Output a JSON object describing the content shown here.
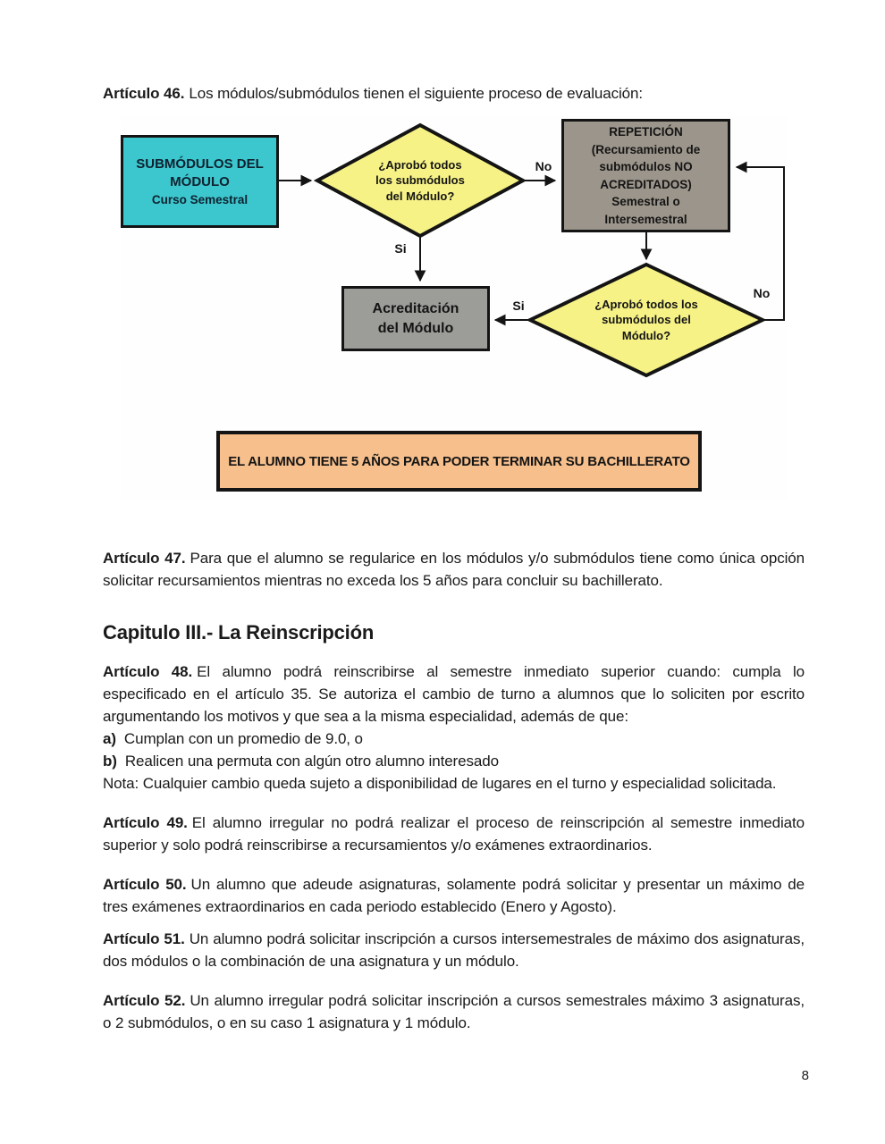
{
  "document": {
    "art46": {
      "lead": "Artículo 46.",
      "text": "Los módulos/submódulos tienen el siguiente proceso de evaluación:"
    },
    "art47": {
      "lead": "Artículo 47.",
      "text": "Para que el alumno se regularice en los módulos y/o submódulos tiene como única opción solicitar recursamientos mientras no exceda los 5 años para concluir su bachillerato."
    },
    "chapter_title": "Capitulo III.- La Reinscripción",
    "art48": {
      "lead": "Artículo 48.",
      "text": "El alumno podrá reinscribirse al semestre inmediato superior cuando: cumpla lo especificado en el artículo 35. Se autoriza el cambio de turno a alumnos que lo soliciten por escrito argumentando los motivos y que sea a la misma especialidad, además de que:"
    },
    "item_a": {
      "lead": "a)",
      "text": "Cumplan con un promedio de 9.0, o"
    },
    "item_b": {
      "lead": "b)",
      "text": "Realicen una permuta con algún otro alumno interesado"
    },
    "nota": "Nota: Cualquier cambio queda sujeto a disponibilidad de lugares en el turno y especialidad solicitada.",
    "art49": {
      "lead": "Artículo 49.",
      "text": "El alumno irregular no podrá realizar el proceso de reinscripción al semestre inmediato superior y solo podrá reinscribirse a recursamientos y/o exámenes extraordinarios."
    },
    "art50": {
      "lead": "Artículo 50.",
      "text": "Un alumno que adeude asignaturas, solamente podrá solicitar y presentar un máximo de tres exámenes extraordinarios en cada periodo establecido (Enero y Agosto)."
    },
    "art51": {
      "lead": "Artículo 51.",
      "text": "Un alumno podrá solicitar inscripción a cursos intersemestrales de máximo dos asignaturas, dos módulos o la combinación de una asignatura y un módulo."
    },
    "art52": {
      "lead": "Artículo 52.",
      "text": "Un alumno irregular podrá solicitar inscripción a cursos semestrales máximo 3 asignaturas, o 2 submódulos, o en su caso 1 asignatura y 1 módulo."
    },
    "page_number": "8"
  },
  "flowchart": {
    "colors": {
      "start_box_fill": "#3cc6cd",
      "decision_fill": "#f6f286",
      "repeat_box_fill": "#9c958b",
      "accredit_box_fill": "#9c9c99",
      "banner_fill": "#f6bf8c",
      "line": "#141414"
    },
    "start_box": {
      "lines": [
        "SUBMÓDULOS DEL",
        "MÓDULO",
        "Curso Semestral"
      ]
    },
    "decision1": {
      "lines": [
        "¿Aprobó todos",
        "los submódulos",
        "del Módulo?"
      ]
    },
    "repeat_box": {
      "lines": [
        "REPETICIÓN",
        "(Recursamiento de",
        "submódulos NO",
        "ACREDITADOS)",
        "Semestral o",
        "Intersemestral"
      ]
    },
    "accredit_box": {
      "lines": [
        "Acreditación",
        "del Módulo"
      ]
    },
    "decision2": {
      "lines": [
        "¿Aprobó todos los",
        "submódulos del",
        "Módulo?"
      ]
    },
    "labels": {
      "no1": "No",
      "si1": "Si",
      "si2": "Si",
      "no2": "No"
    },
    "banner_text": "EL ALUMNO TIENE 5 AÑOS PARA PODER TERMINAR SU BACHILLERATO"
  }
}
